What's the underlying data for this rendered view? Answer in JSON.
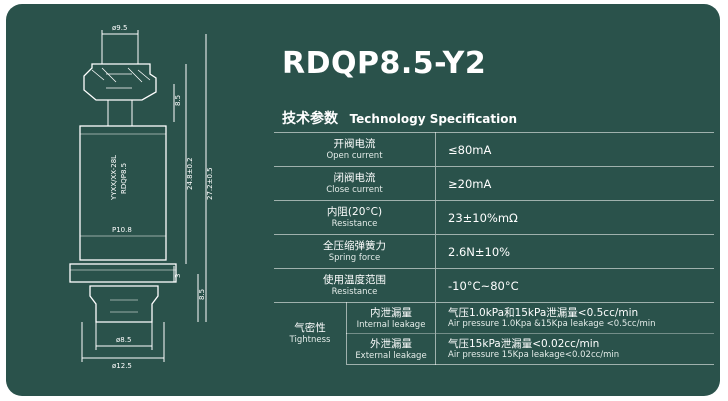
{
  "drawing": {
    "top_dim": "ø9.5",
    "dim_right_small": "8.5",
    "dim_mid": "24.8±0.2",
    "dim_total": "27.2±0.5",
    "dim_lower1": "3",
    "dim_lower2": "8.5",
    "body_text": "YYXX/XX-28L",
    "body_text2": "RDQP8.5",
    "inner_dim": "P10.8",
    "bottom_dim1": "ø8.5",
    "bottom_dim2": "ø12.5"
  },
  "title": "RDQP8.5-Y2",
  "spec_heading": {
    "zh": "技术参数",
    "en": "Technology Specification"
  },
  "rows": [
    {
      "zh": "开阀电流",
      "en": "Open current",
      "value": "≤80mA"
    },
    {
      "zh": "闭阀电流",
      "en": "Close current",
      "value": "≥20mA"
    },
    {
      "zh": "内阻(20°C)",
      "en": "Resistance",
      "value": "23±10%mΩ"
    },
    {
      "zh": "全压缩弹簧力",
      "en": "Spring force",
      "value": "2.6N±10%"
    },
    {
      "zh": "使用温度范围",
      "en": "Resistance",
      "value": "-10°C~80°C"
    }
  ],
  "tightness": {
    "zh": "气密性",
    "en": "Tightness",
    "internal": {
      "zh": "内泄漏量",
      "en": "Internal leakage",
      "value_zh": "气压1.0kPa和15kPa泄漏量<0.5cc/min",
      "value_en": "Air pressure 1.0Kpa &15Kpa leakage <0.5cc/min"
    },
    "external": {
      "zh": "外泄漏量",
      "en": "External leakage",
      "value_zh": "气压15kPa泄漏量<0.02cc/min",
      "value_en": "Air pressure 15Kpa leakage<0.02cc/min"
    }
  },
  "colors": {
    "background": "#2a524b",
    "lines": "#ffffff"
  }
}
